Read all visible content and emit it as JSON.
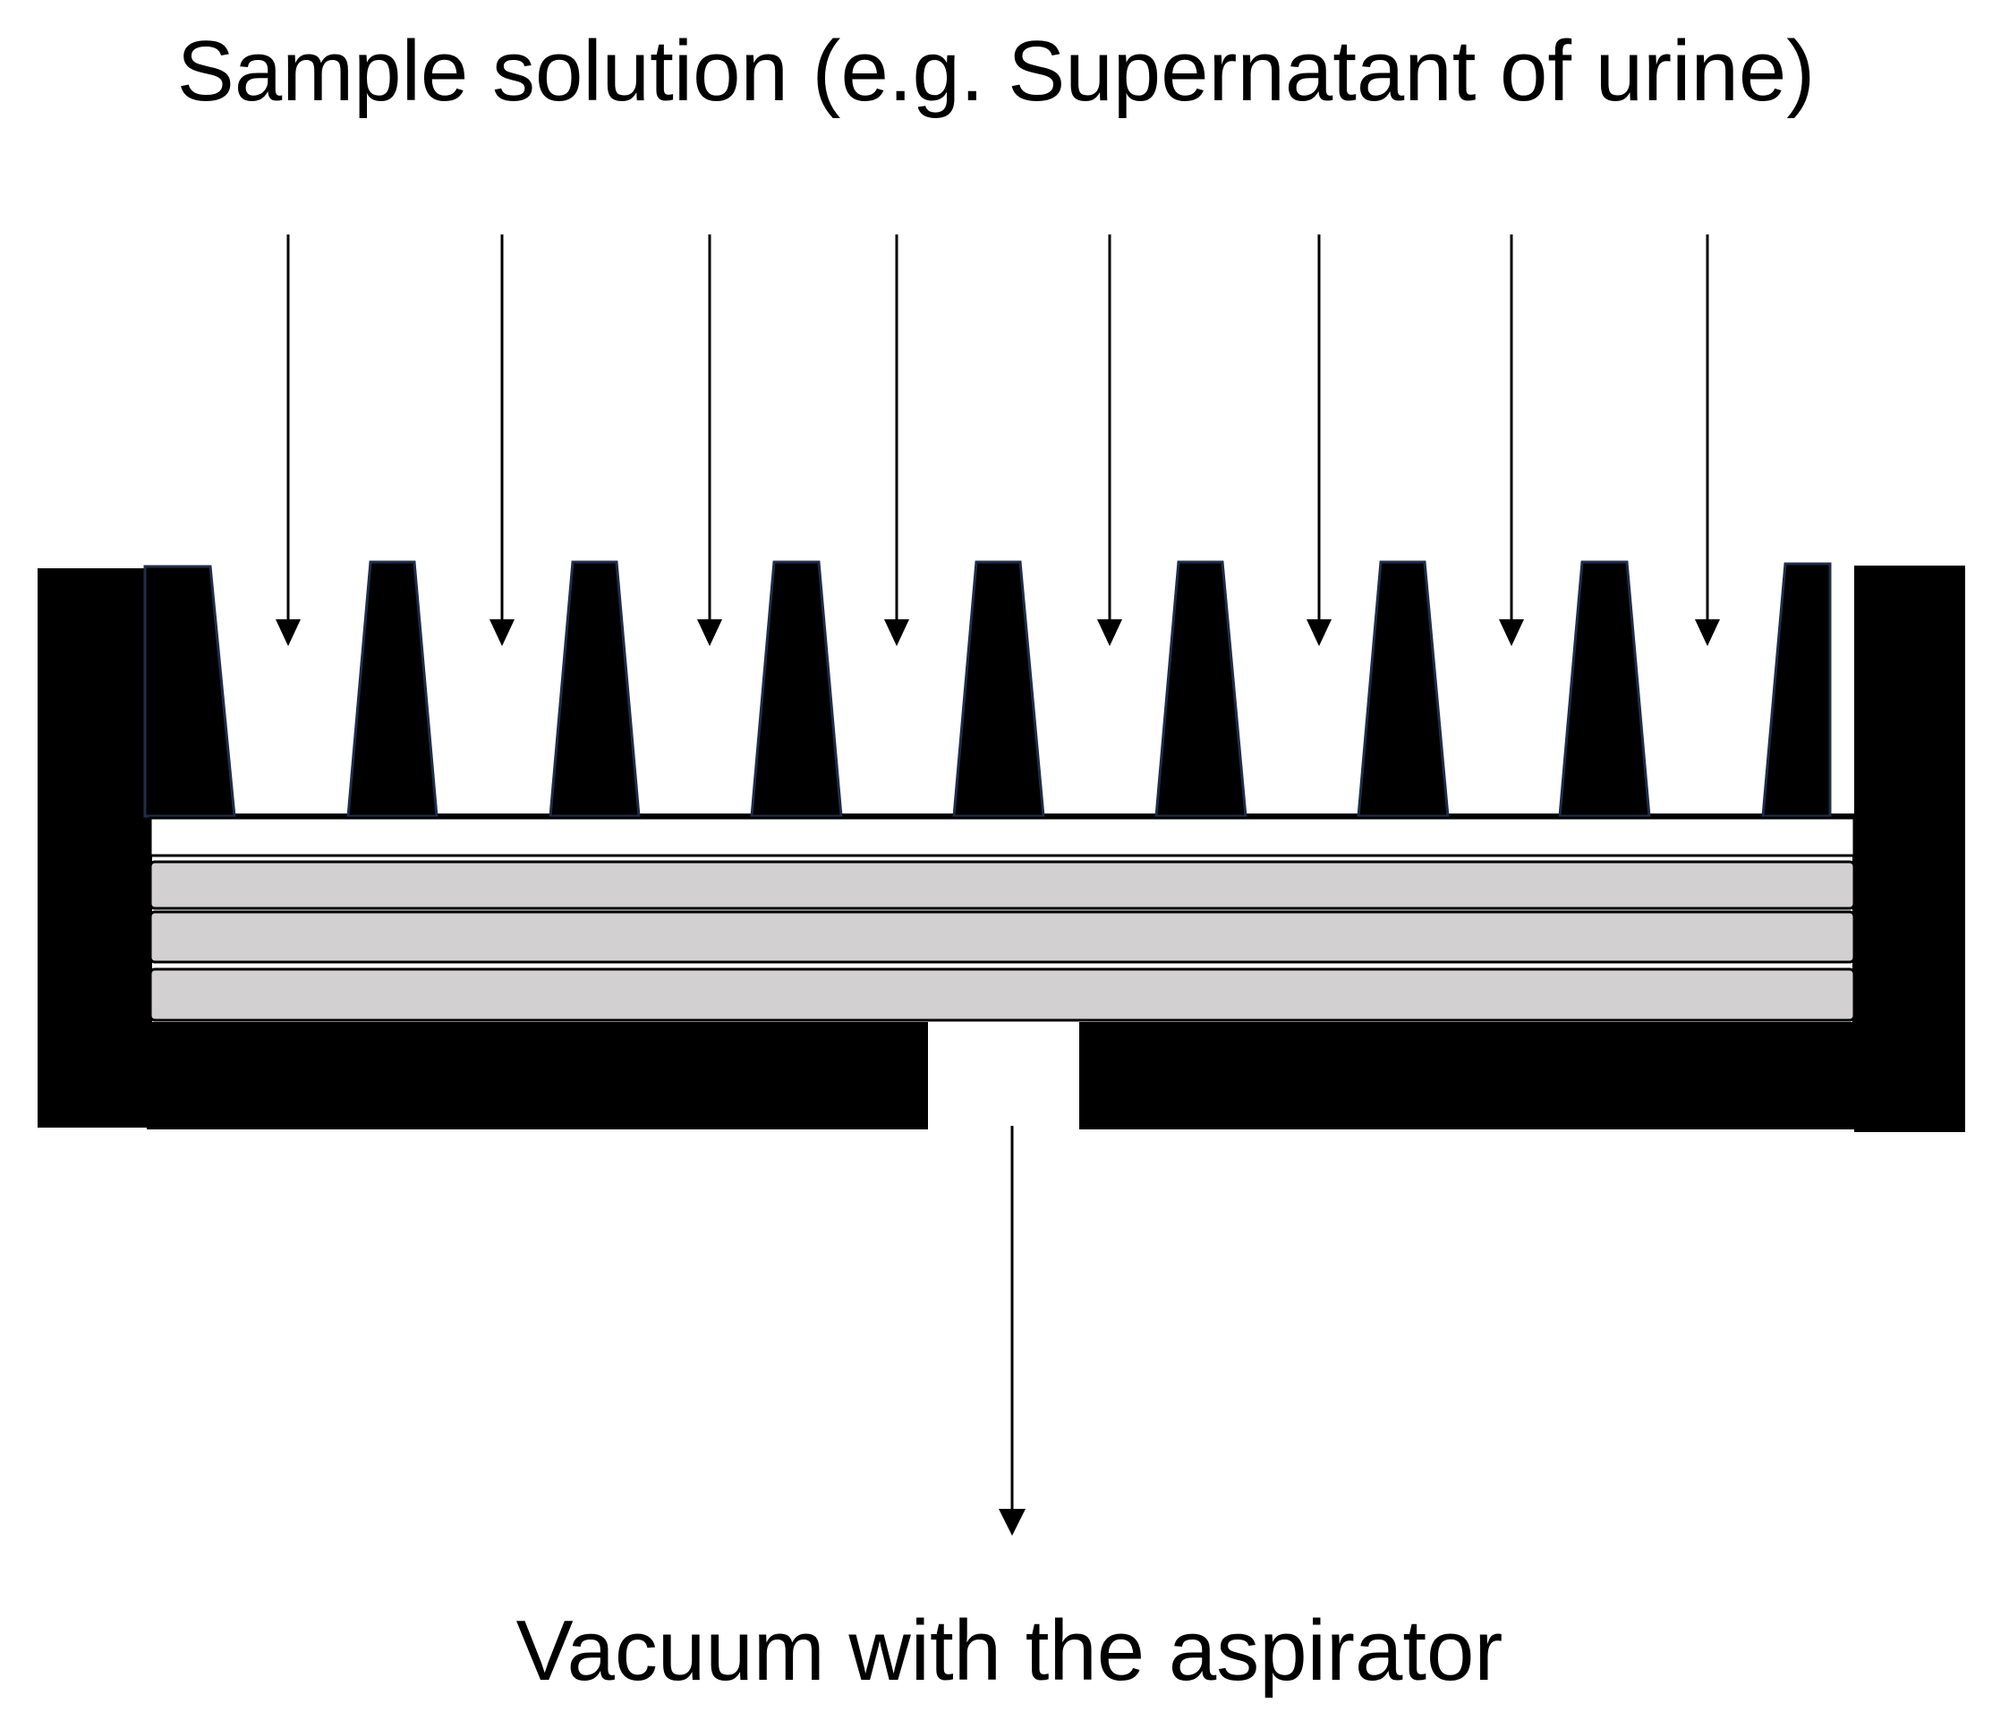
{
  "diagram": {
    "top_label": "Sample solution (e.g. Supernatant of urine)",
    "bottom_label": "Vacuum with the aspirator",
    "colors": {
      "housing": "#000000",
      "spike_outline": "#1f2d4a",
      "top_membrane": "#ffffff",
      "filter_layer": "#d3d0d1",
      "arrow": "#000000",
      "text": "#000000"
    },
    "inflow_arrow_count": 8,
    "filter_layer_count": 3
  }
}
